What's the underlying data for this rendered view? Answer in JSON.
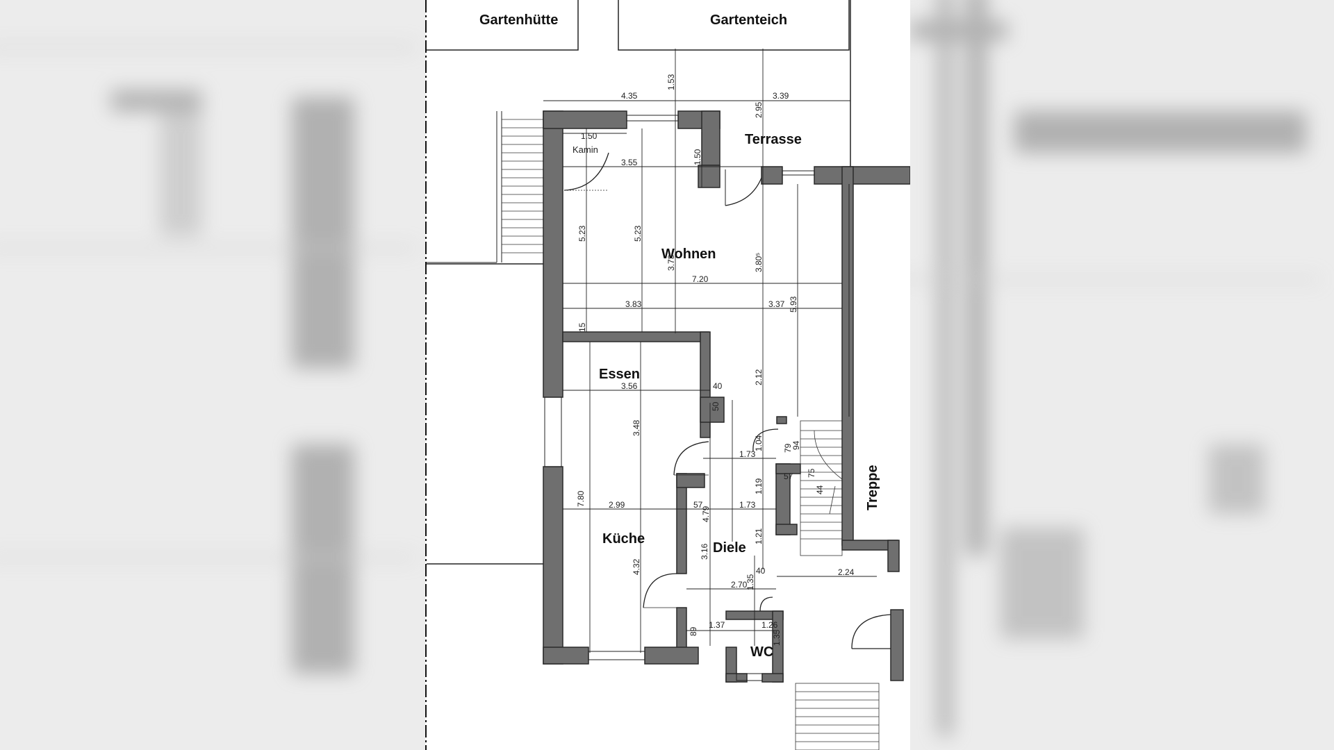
{
  "rooms": {
    "gartenhuette": "Gartenhütte",
    "gartenteich": "Gartenteich",
    "terrasse": "Terrasse",
    "wohnen": "Wohnen",
    "essen": "Essen",
    "kueche": "Küche",
    "diele": "Diele",
    "wc": "WC",
    "treppe": "Treppe"
  },
  "labels": {
    "kamin": "Kamin"
  },
  "dimensions": {
    "d_435": "4.35",
    "d_153": "1.53",
    "d_339": "3.39",
    "d_295": "2.95",
    "d_150a": "1.50",
    "d_355": "3.55",
    "d_150b": "1.50",
    "d_523a": "5.23",
    "d_523b": "5.23",
    "d_373": "3.73",
    "d_3805": "3.80⁵",
    "d_720": "7.20",
    "d_383": "3.83",
    "d_337": "3.37",
    "d_593": "5.93",
    "d_15": "15",
    "d_356": "3.56",
    "d_348": "3.48",
    "d_40a": "40",
    "d_50": "50",
    "d_212": "2.12",
    "d_104": "1.04",
    "d_173a": "1.73",
    "d_79": "79",
    "d_94": "94",
    "d_57a": "57",
    "d_75": "75",
    "d_44": "44",
    "d_119": "1.19",
    "d_780": "7.80",
    "d_299": "2.99",
    "d_57b": "57",
    "d_479": "4.79",
    "d_173b": "1.73",
    "d_316": "3.16",
    "d_121": "1.21",
    "d_432": "4.32",
    "d_40b": "40",
    "d_224": "2.24",
    "d_270": "2.70",
    "d_135a": "1.35",
    "d_89": "89",
    "d_137": "1.37",
    "d_126": "1.26",
    "d_135b": "1.35"
  },
  "colors": {
    "wall": "#6f6f6f",
    "wall_outline": "#2a2a2a",
    "line": "#222222",
    "background": "#ffffff"
  }
}
